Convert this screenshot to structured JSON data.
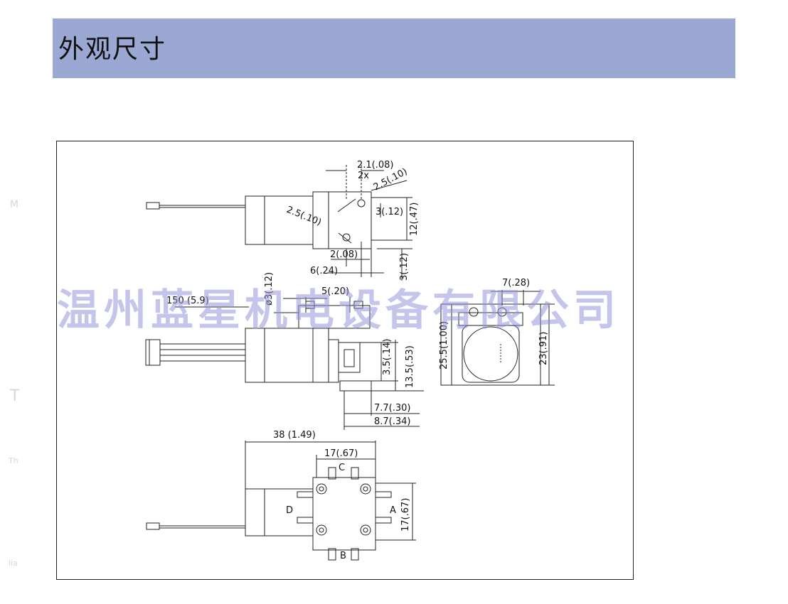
{
  "header": {
    "title": "外观尺寸"
  },
  "watermark": "温州蓝星机电设备有限公司",
  "ghost_text": [
    "M",
    "T",
    "Th",
    "lia"
  ],
  "dimensions": {
    "top_hole_pitch": "2.1(.08)",
    "top_count": "2x",
    "top_hole_dia": "2.5(.10)",
    "side_hole_dia": "2.5(.10)",
    "top_3": "3(.12)",
    "top_12": "12(.47)",
    "top_2": "2(.08)",
    "top_6": "6(.24)",
    "top_3b": "3(.12)",
    "mid_dia3": "ø3(.12)",
    "mid_150": "150 (5.9)",
    "mid_5": "5(.20)",
    "mid_35": "3.5(.14)",
    "mid_135": "13.5(.53)",
    "mid_77": "7.7(.30)",
    "mid_87": "8.7(.34)",
    "right_7": "7(.28)",
    "right_255": "25.5(1.00)",
    "right_23": "23(.91)",
    "bot_38": "38 (1.49)",
    "bot_17h": "17(.67)",
    "bot_17v": "17(.67)",
    "port_a": "A",
    "port_b": "B",
    "port_c": "C",
    "port_d": "D"
  }
}
